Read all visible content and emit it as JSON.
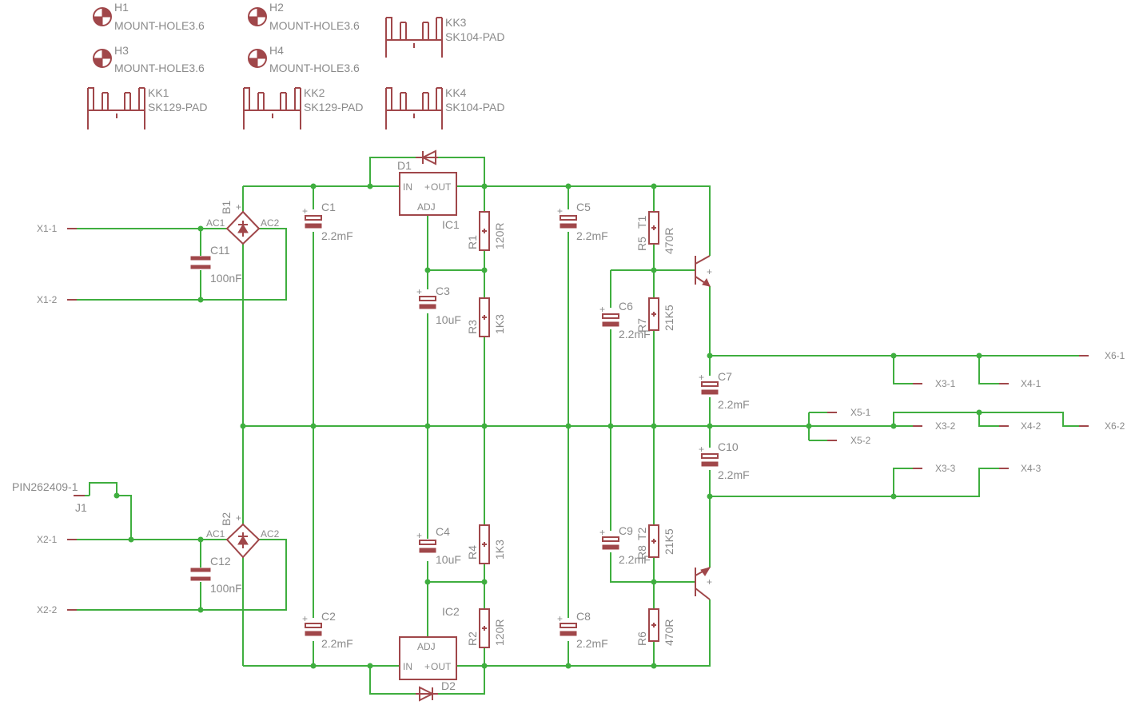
{
  "mount_holes": [
    {
      "ref": "H1",
      "value": "MOUNT-HOLE3.6"
    },
    {
      "ref": "H2",
      "value": "MOUNT-HOLE3.6"
    },
    {
      "ref": "H3",
      "value": "MOUNT-HOLE3.6"
    },
    {
      "ref": "H4",
      "value": "MOUNT-HOLE3.6"
    }
  ],
  "heatsinks": [
    {
      "ref": "KK3",
      "value": "SK104-PAD"
    },
    {
      "ref": "KK1",
      "value": "SK129-PAD"
    },
    {
      "ref": "KK2",
      "value": "SK129-PAD"
    },
    {
      "ref": "KK4",
      "value": "SK104-PAD"
    }
  ],
  "connectors": {
    "x1_1": "X1-1",
    "x1_2": "X1-2",
    "x2_1": "X2-1",
    "x2_2": "X2-2",
    "x3_1": "X3-1",
    "x3_2": "X3-2",
    "x3_3": "X3-3",
    "x4_1": "X4-1",
    "x4_2": "X4-2",
    "x4_3": "X4-3",
    "x5_1": "X5-1",
    "x5_2": "X5-2",
    "x6_1": "X6-1",
    "x6_2": "X6-2",
    "j1_part": "PIN262409-1",
    "j1_ref": "J1"
  },
  "bridges": [
    {
      "ref": "B1",
      "ac1": "AC1",
      "ac2": "AC2",
      "plus": "+"
    },
    {
      "ref": "B2",
      "ac1": "AC1",
      "ac2": "AC2",
      "plus": "+"
    }
  ],
  "capacitors": {
    "c1": {
      "ref": "C1",
      "value": "2.2mF"
    },
    "c2": {
      "ref": "C2",
      "value": "2.2mF"
    },
    "c3": {
      "ref": "C3",
      "value": "10uF"
    },
    "c4": {
      "ref": "C4",
      "value": "10uF"
    },
    "c5": {
      "ref": "C5",
      "value": "2.2mF"
    },
    "c6": {
      "ref": "C6",
      "value": "2.2mF"
    },
    "c7": {
      "ref": "C7",
      "value": "2.2mF"
    },
    "c8": {
      "ref": "C8",
      "value": "2.2mF"
    },
    "c9": {
      "ref": "C9",
      "value": "2.2mF"
    },
    "c10": {
      "ref": "C10",
      "value": "2.2mF"
    },
    "c11": {
      "ref": "C11",
      "value": "100nF"
    },
    "c12": {
      "ref": "C12",
      "value": "100nF"
    }
  },
  "resistors": {
    "r1": {
      "ref": "R1",
      "value": "120R"
    },
    "r2": {
      "ref": "R2",
      "value": "120R"
    },
    "r3": {
      "ref": "R3",
      "value": "1K3"
    },
    "r4": {
      "ref": "R4",
      "value": "1K3"
    },
    "r5": {
      "ref": "R5",
      "value": "470R"
    },
    "r6": {
      "ref": "R6",
      "value": "470R"
    },
    "r7": {
      "ref": "R7",
      "value": "21K5"
    },
    "r8": {
      "ref": "R8",
      "value": "21K5"
    }
  },
  "regulators": {
    "ic1": {
      "ref": "IC1",
      "in": "IN",
      "out": "OUT",
      "adj": "ADJ"
    },
    "ic2": {
      "ref": "IC2",
      "in": "IN",
      "out": "OUT",
      "adj": "ADJ"
    }
  },
  "diodes": {
    "d1": "D1",
    "d2": "D2"
  },
  "transistors": {
    "t1": "T1",
    "t2": "T2"
  }
}
